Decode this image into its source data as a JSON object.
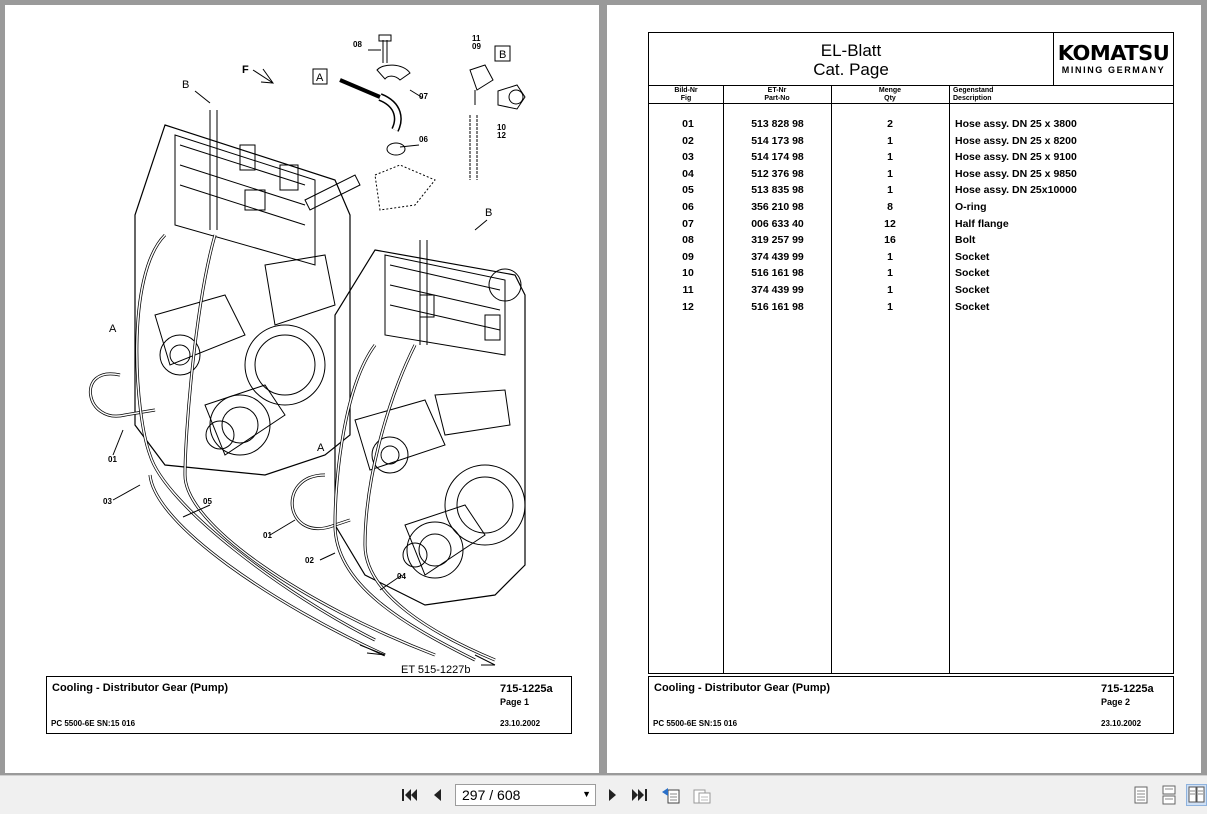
{
  "left_page": {
    "callouts": {
      "n01a": "01",
      "n01b": "01",
      "n02": "02",
      "n03": "03",
      "n04": "04",
      "n05": "05",
      "n06": "06",
      "n07": "07",
      "n08": "08",
      "n09": "09",
      "n10": "10",
      "n11": "11",
      "n12": "12"
    },
    "view_labels": {
      "a_box": "A",
      "b_box": "B",
      "a1": "A",
      "a2": "A",
      "b1": "B",
      "b2": "B",
      "f": "F"
    },
    "et_ref": "ET 515-1227b",
    "footer": {
      "title": "Cooling - Distributor Gear (Pump)",
      "code": "715-1225a",
      "page": "Page 1",
      "model": "PC 5500-6E SN:15 016",
      "date": "23.10.2002"
    }
  },
  "right_page": {
    "title_line1": "EL-Blatt",
    "title_line2": "Cat. Page",
    "logo_main": "KOMATSU",
    "logo_sub": "MINING GERMANY",
    "columns": {
      "fig_de": "Bild-Nr",
      "fig_en": "Fig",
      "part_de": "ET-Nr",
      "part_en": "Part-No",
      "qty_de": "Menge",
      "qty_en": "Qty",
      "desc_de": "Gegenstand",
      "desc_en": "Description"
    },
    "parts": [
      {
        "fig": "01",
        "part": "513 828 98",
        "qty": "2",
        "desc": "Hose assy. DN 25 x 3800"
      },
      {
        "fig": "02",
        "part": "514 173 98",
        "qty": "1",
        "desc": "Hose assy. DN 25 x 8200"
      },
      {
        "fig": "03",
        "part": "514 174 98",
        "qty": "1",
        "desc": "Hose assy. DN 25 x 9100"
      },
      {
        "fig": "04",
        "part": "512 376 98",
        "qty": "1",
        "desc": "Hose assy. DN 25 x 9850"
      },
      {
        "fig": "05",
        "part": "513 835 98",
        "qty": "1",
        "desc": "Hose assy. DN 25x10000"
      },
      {
        "fig": "06",
        "part": "356 210 98",
        "qty": "8",
        "desc": "O-ring"
      },
      {
        "fig": "07",
        "part": "006 633 40",
        "qty": "12",
        "desc": "Half flange"
      },
      {
        "fig": "08",
        "part": "319 257 99",
        "qty": "16",
        "desc": "Bolt"
      },
      {
        "fig": "09",
        "part": "374 439 99",
        "qty": "1",
        "desc": "Socket"
      },
      {
        "fig": "10",
        "part": "516 161 98",
        "qty": "1",
        "desc": "Socket"
      },
      {
        "fig": "11",
        "part": "374 439 99",
        "qty": "1",
        "desc": "Socket"
      },
      {
        "fig": "12",
        "part": "516 161 98",
        "qty": "1",
        "desc": "Socket"
      }
    ],
    "footer": {
      "title": "Cooling - Distributor Gear (Pump)",
      "code": "715-1225a",
      "page": "Page 2",
      "model": "PC 5500-6E SN:15 016",
      "date": "23.10.2002"
    }
  },
  "toolbar": {
    "page_current": "297",
    "page_total": "608",
    "page_display": "297 / 608",
    "icons": [
      "first-page-icon",
      "prev-page-icon",
      "next-page-icon",
      "last-page-icon",
      "go-back-view-icon",
      "go-forward-view-icon",
      "single-page-view-icon",
      "continuous-view-icon",
      "two-page-view-icon"
    ]
  }
}
